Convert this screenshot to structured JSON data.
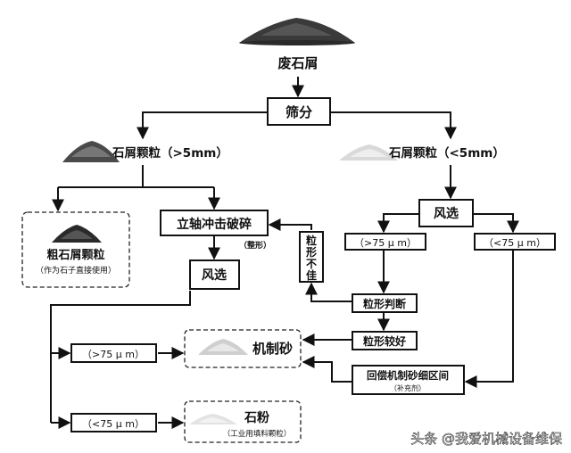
{
  "nodes": {
    "waste": "废石屑",
    "screen": "筛分",
    "coarse_particles": "石屑颗粒（>5mm）",
    "fine_particles": "石屑颗粒（<5mm）",
    "coarse_product": "粗石屑颗粒",
    "coarse_note": "（作为石子直接使用）",
    "vsi": "立轴冲击破碎",
    "shaping": "（整形）",
    "air1": "风选",
    "air2": "风选",
    "gt75_left": "（>75 μ m）",
    "lt75_left": "（<75 μ m）",
    "gt75_right": "（>75 μ m）",
    "lt75_right": "（<75 μ m）",
    "bad_shape_1": "粒",
    "bad_shape_2": "形",
    "bad_shape_3": "不",
    "bad_shape_4": "佳",
    "judge": "粒形判断",
    "good_shape": "粒形较好",
    "machine_sand": "机制砂",
    "supplement": "回偿机制砂细区间",
    "supplement_note": "（补充剂）",
    "stone_powder": "石粉",
    "powder_note": "（工业用填料颗粒）"
  },
  "watermark": "头条 @我爱机械设备维保"
}
